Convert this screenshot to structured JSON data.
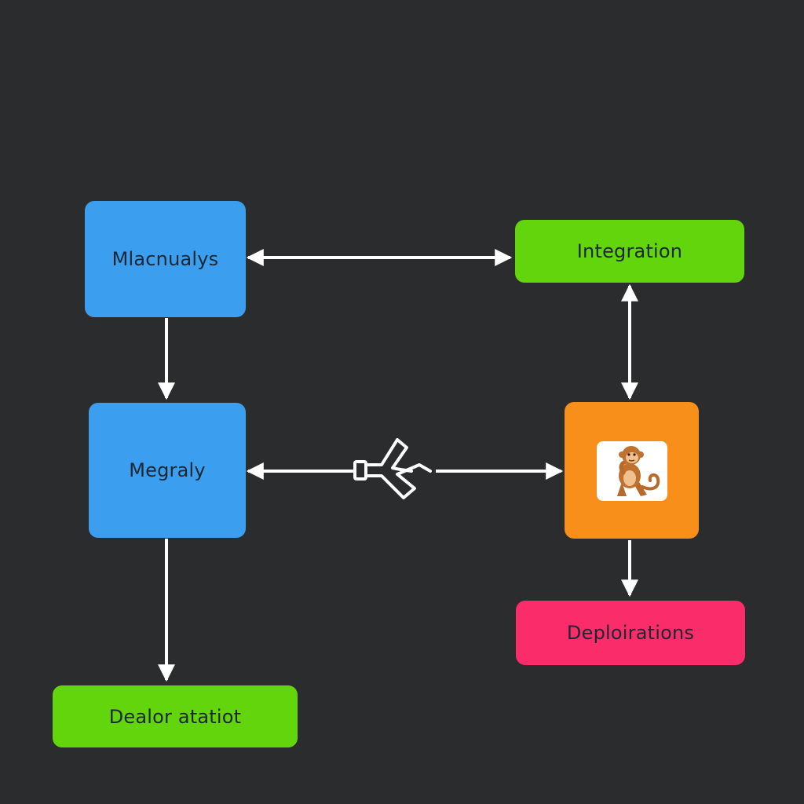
{
  "diagram": {
    "background": "#2b2c2d",
    "arrow_color": "#ffffff",
    "nodes": {
      "macnualys": {
        "label": "Mlacnualys",
        "color": "#3b9eee"
      },
      "integration": {
        "label": "Integration",
        "color": "#63d50d"
      },
      "megraly": {
        "label": "Megraly",
        "color": "#3b9eee"
      },
      "monkey": {
        "icon": "monkey-icon",
        "color": "#f98f1b"
      },
      "deploirations": {
        "label": "Deploirations",
        "color": "#fa2d6a"
      },
      "dealor": {
        "label": "Dealor atatiot",
        "color": "#63d50d"
      }
    },
    "connector_icon": "wrench-clamp-icon",
    "edges": [
      {
        "from": "macnualys",
        "to": "integration",
        "direction": "both"
      },
      {
        "from": "macnualys",
        "to": "megraly",
        "direction": "forward"
      },
      {
        "from": "integration",
        "to": "monkey",
        "direction": "both"
      },
      {
        "from": "megraly",
        "to": "monkey",
        "direction": "both"
      },
      {
        "from": "megraly",
        "to": "dealor",
        "direction": "forward"
      },
      {
        "from": "monkey",
        "to": "deploirations",
        "direction": "forward"
      }
    ]
  }
}
